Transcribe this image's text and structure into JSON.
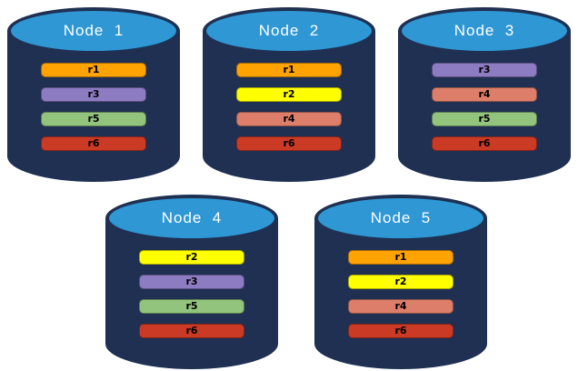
{
  "palette": {
    "background": "#FFFFFF",
    "cylinder_body": "#1F3052",
    "cylinder_top": "#2E97D4",
    "title_text": "#FFFFFF",
    "bar_text": "#000000"
  },
  "replica_colors": {
    "r1": "#FFA303",
    "r2": "#FFFF00",
    "r3": "#8E7CC3",
    "r4": "#DD7E6B",
    "r5": "#93C47D",
    "r6": "#CB3A25"
  },
  "nodes": [
    {
      "name": "Node  1",
      "row": "top",
      "replicas": [
        "r1",
        "r3",
        "r5",
        "r6"
      ]
    },
    {
      "name": "Node  2",
      "row": "top",
      "replicas": [
        "r1",
        "r2",
        "r4",
        "r6"
      ]
    },
    {
      "name": "Node  3",
      "row": "top",
      "replicas": [
        "r3",
        "r4",
        "r5",
        "r6"
      ]
    },
    {
      "name": "Node  4",
      "row": "bottom",
      "replicas": [
        "r2",
        "r3",
        "r5",
        "r6"
      ]
    },
    {
      "name": "Node  5",
      "row": "bottom",
      "replicas": [
        "r1",
        "r2",
        "r4",
        "r6"
      ]
    }
  ]
}
